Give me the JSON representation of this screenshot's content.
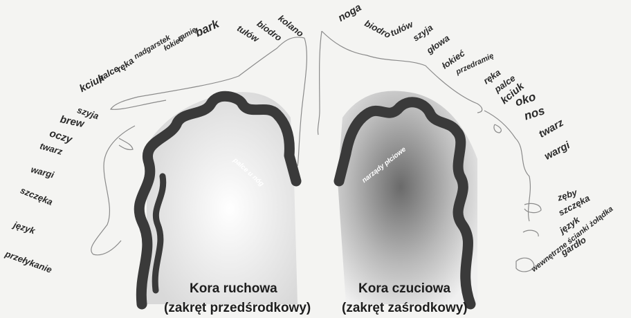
{
  "motor": {
    "labels": [
      "kolano",
      "biodro",
      "tułów",
      "bark",
      "ramię",
      "łokieć",
      "nadgarstek",
      "ręka",
      "palce",
      "kciuk",
      "szyja",
      "brew",
      "oczy",
      "twarz",
      "wargi",
      "szczęka",
      "język",
      "przełykanie"
    ],
    "inner_label": "palce u nóg",
    "title": "Kora ruchowa",
    "subtitle": "(zakręt przedśrodkowy)"
  },
  "sensory": {
    "labels": [
      "noga",
      "biodro",
      "tułów",
      "szyja",
      "głowa",
      "łokieć",
      "przedramię",
      "ręka",
      "palce",
      "kciuk",
      "oko",
      "nos",
      "twarz",
      "wargi",
      "zęby",
      "szczęka",
      "język",
      "gardło",
      "wewnętrzne ścianki żołądka"
    ],
    "inner_label": "narządy płciowe",
    "title": "Kora czuciowa",
    "subtitle": "(zakręt zaśrodkowy)"
  },
  "colors": {
    "cortex": "#3a3a3a",
    "outline": "#8a8a8a",
    "background": "#f4f4f2"
  }
}
